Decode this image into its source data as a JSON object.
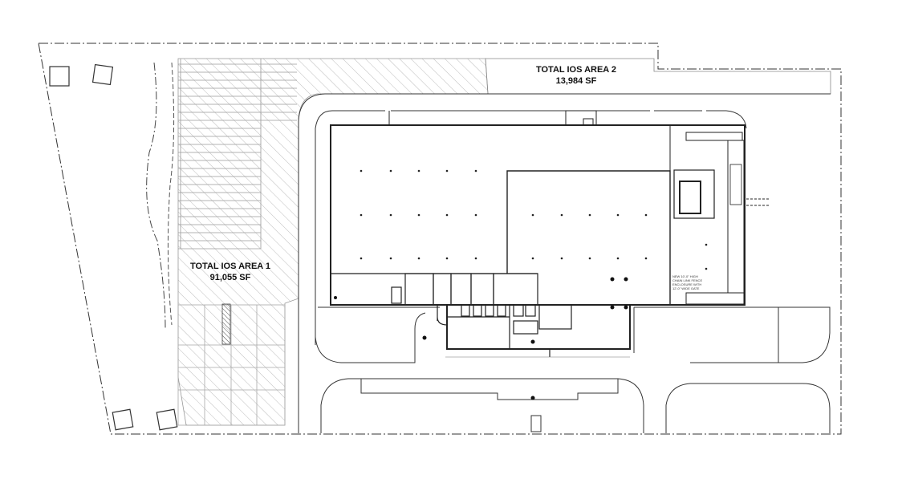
{
  "areas": [
    {
      "name": "TOTAL IOS AREA 1",
      "size": "91,055 SF"
    },
    {
      "name": "TOTAL IOS AREA 2",
      "size": "13,984 SF"
    }
  ],
  "notes": {
    "fence_line1": "NEW 10'-0\" HIGH",
    "fence_line2": "CHAIN LINK FENCE",
    "fence_line3": "ENCLOSURE WITH",
    "fence_line4": "12'-0\" WIDE GATE"
  },
  "colors": {
    "line": "#222222",
    "thin": "#555555",
    "hatch": "#b8b8b8"
  }
}
